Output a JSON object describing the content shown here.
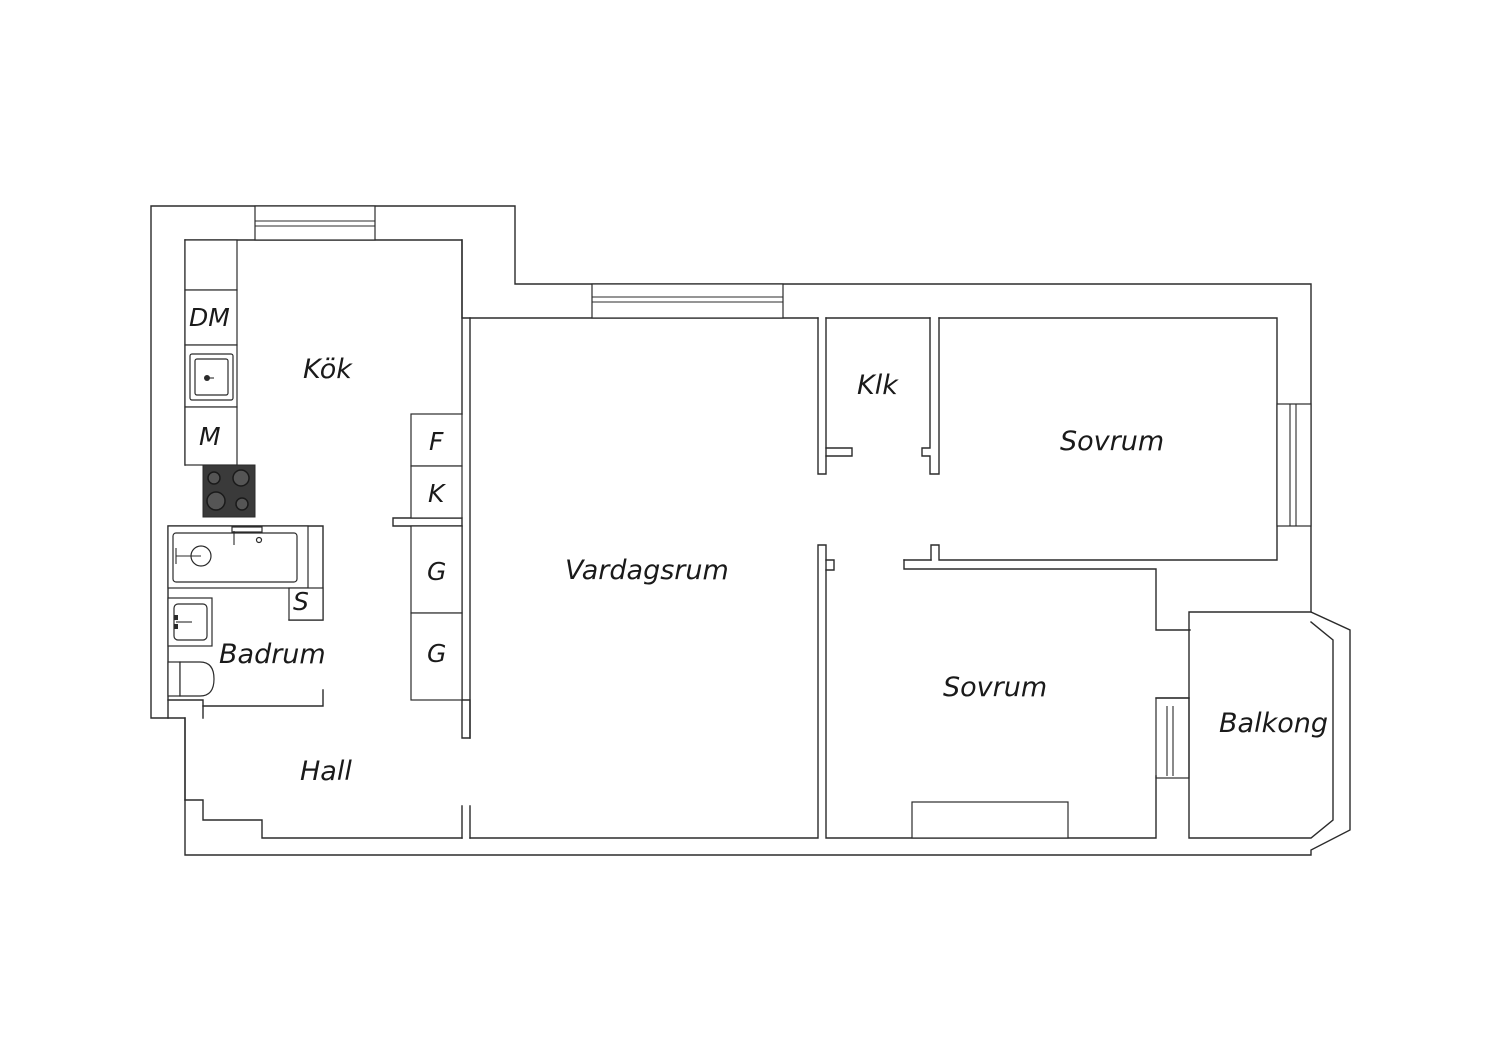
{
  "floorplan": {
    "rooms": {
      "kok": "Kök",
      "vardagsrum": "Vardagsrum",
      "klk": "Klk",
      "sovrum_1": "Sovrum",
      "sovrum_2": "Sovrum",
      "badrum": "Badrum",
      "hall": "Hall",
      "balkong": "Balkong"
    },
    "fixtures": {
      "dm": "DM",
      "m": "M",
      "f": "F",
      "k": "K",
      "g1": "G",
      "g2": "G",
      "s": "S"
    }
  }
}
